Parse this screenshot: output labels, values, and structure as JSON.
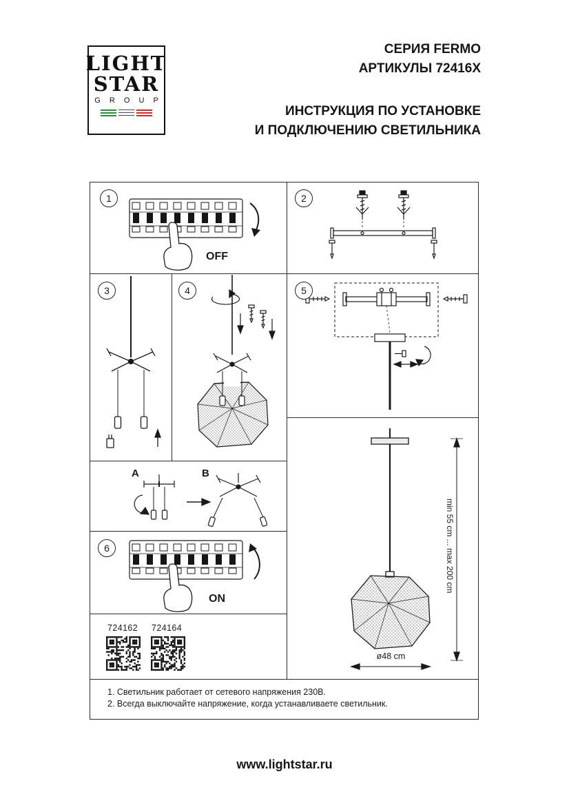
{
  "header": {
    "logo": {
      "line1": "LIGHT",
      "line2": "STAR",
      "line3": "G R O U P"
    },
    "series": "СЕРИЯ FERMO",
    "articles": "АРТИКУЛЫ 72416X",
    "instruction_line1": "ИНСТРУКЦИЯ ПО УСТАНОВКЕ",
    "instruction_line2": "И ПОДКЛЮЧЕНИЮ СВЕТИЛЬНИКА"
  },
  "steps": {
    "s1": {
      "number": "1",
      "label": "OFF"
    },
    "s2": {
      "number": "2"
    },
    "s3": {
      "number": "3"
    },
    "s4": {
      "number": "4"
    },
    "s5": {
      "number": "5"
    },
    "s6": {
      "number": "6",
      "label": "ON"
    }
  },
  "variants": {
    "a": "A",
    "b": "B"
  },
  "products": [
    {
      "code": "724162"
    },
    {
      "code": "724164"
    }
  ],
  "dimensions": {
    "height": "min 55 cm ... max 200 cm",
    "diameter": "ø48 cm"
  },
  "notes": [
    "1. Светильник работает от сетевого напряжения 230В.",
    "2. Всегда выключайте напряжение, когда устанавливаете светильник."
  ],
  "footer": {
    "website": "www.lightstar.ru"
  },
  "colors": {
    "ink": "#1a1a1a",
    "flag_green": "#2e8b3a",
    "flag_red": "#cc2b2b"
  }
}
